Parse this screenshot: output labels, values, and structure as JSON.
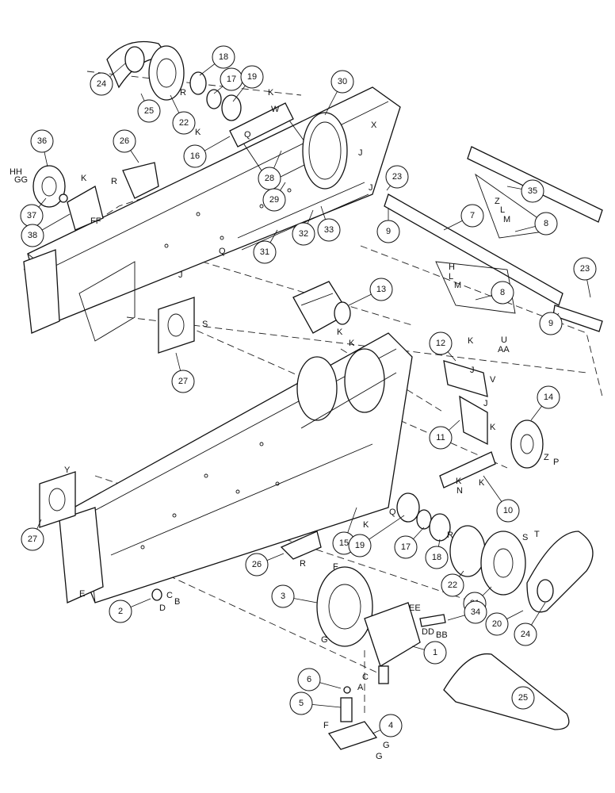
{
  "diagram": {
    "callouts": [
      {
        "label": "24"
      },
      {
        "label": "25"
      },
      {
        "label": "22"
      },
      {
        "label": "18"
      },
      {
        "label": "17"
      },
      {
        "label": "19"
      },
      {
        "label": "30"
      },
      {
        "label": "16"
      },
      {
        "label": "36"
      },
      {
        "label": "26"
      },
      {
        "label": "28"
      },
      {
        "label": "29"
      },
      {
        "label": "23"
      },
      {
        "label": "37"
      },
      {
        "label": "38"
      },
      {
        "label": "35"
      },
      {
        "label": "7"
      },
      {
        "label": "8"
      },
      {
        "label": "9"
      },
      {
        "label": "32"
      },
      {
        "label": "33"
      },
      {
        "label": "31"
      },
      {
        "label": "23"
      },
      {
        "label": "8"
      },
      {
        "label": "9"
      },
      {
        "label": "13"
      },
      {
        "label": "27"
      },
      {
        "label": "12"
      },
      {
        "label": "14"
      },
      {
        "label": "11"
      },
      {
        "label": "10"
      },
      {
        "label": "27"
      },
      {
        "label": "15"
      },
      {
        "label": "19"
      },
      {
        "label": "17"
      },
      {
        "label": "18"
      },
      {
        "label": "22"
      },
      {
        "label": "21"
      },
      {
        "label": "26"
      },
      {
        "label": "3"
      },
      {
        "label": "2"
      },
      {
        "label": "34"
      },
      {
        "label": "1"
      },
      {
        "label": "20"
      },
      {
        "label": "24"
      },
      {
        "label": "6"
      },
      {
        "label": "5"
      },
      {
        "label": "4"
      },
      {
        "label": "25"
      }
    ],
    "letters": [
      {
        "text": "R"
      },
      {
        "text": "K"
      },
      {
        "text": "W"
      },
      {
        "text": "X"
      },
      {
        "text": "K"
      },
      {
        "text": "Q"
      },
      {
        "text": "J"
      },
      {
        "text": "HH"
      },
      {
        "text": "GG"
      },
      {
        "text": "K"
      },
      {
        "text": "R"
      },
      {
        "text": "FF"
      },
      {
        "text": "J"
      },
      {
        "text": "Q"
      },
      {
        "text": "J"
      },
      {
        "text": "Z"
      },
      {
        "text": "L"
      },
      {
        "text": "M"
      },
      {
        "text": "H"
      },
      {
        "text": "L"
      },
      {
        "text": "M"
      },
      {
        "text": "S"
      },
      {
        "text": "K"
      },
      {
        "text": "K"
      },
      {
        "text": "U"
      },
      {
        "text": "AA"
      },
      {
        "text": "K"
      },
      {
        "text": "J"
      },
      {
        "text": "V"
      },
      {
        "text": "J"
      },
      {
        "text": "K"
      },
      {
        "text": "Z"
      },
      {
        "text": "P"
      },
      {
        "text": "N"
      },
      {
        "text": "K"
      },
      {
        "text": "Y"
      },
      {
        "text": "Q"
      },
      {
        "text": "K"
      },
      {
        "text": "R"
      },
      {
        "text": "S"
      },
      {
        "text": "T"
      },
      {
        "text": "E"
      },
      {
        "text": "C"
      },
      {
        "text": "B"
      },
      {
        "text": "D"
      },
      {
        "text": "R"
      },
      {
        "text": "F"
      },
      {
        "text": "G"
      },
      {
        "text": "EE"
      },
      {
        "text": "DD"
      },
      {
        "text": "BB"
      },
      {
        "text": "C"
      },
      {
        "text": "A"
      },
      {
        "text": "F"
      },
      {
        "text": "G"
      },
      {
        "text": "G"
      },
      {
        "text": "K"
      }
    ]
  }
}
